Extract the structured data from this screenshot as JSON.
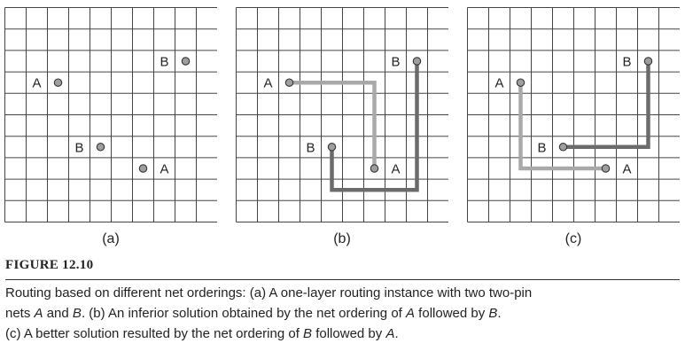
{
  "panels": [
    {
      "label": "(a)",
      "pins": [
        {
          "name": "B",
          "col": 8,
          "row": 2,
          "side": "left"
        },
        {
          "name": "A",
          "col": 2,
          "row": 3,
          "side": "left"
        },
        {
          "name": "B",
          "col": 4,
          "row": 6,
          "side": "left"
        },
        {
          "name": "A",
          "col": 6,
          "row": 7,
          "side": "right"
        }
      ],
      "routes": []
    },
    {
      "label": "(b)",
      "pins": [
        {
          "name": "B",
          "col": 8,
          "row": 2,
          "side": "left"
        },
        {
          "name": "A",
          "col": 2,
          "row": 3,
          "side": "left"
        },
        {
          "name": "B",
          "col": 4,
          "row": 6,
          "side": "left"
        },
        {
          "name": "A",
          "col": 6,
          "row": 7,
          "side": "right"
        }
      ],
      "routes": [
        {
          "net": "A",
          "color": "#a9a9a9",
          "points": [
            [
              2,
              3
            ],
            [
              6,
              3
            ],
            [
              6,
              7
            ]
          ]
        },
        {
          "net": "B",
          "color": "#6b6b6b",
          "points": [
            [
              8,
              2
            ],
            [
              8,
              8
            ],
            [
              4,
              8
            ],
            [
              4,
              6
            ]
          ]
        }
      ]
    },
    {
      "label": "(c)",
      "pins": [
        {
          "name": "B",
          "col": 8,
          "row": 2,
          "side": "left"
        },
        {
          "name": "A",
          "col": 2,
          "row": 3,
          "side": "left"
        },
        {
          "name": "B",
          "col": 4,
          "row": 6,
          "side": "left"
        },
        {
          "name": "A",
          "col": 6,
          "row": 7,
          "side": "right"
        }
      ],
      "routes": [
        {
          "net": "A",
          "color": "#a9a9a9",
          "points": [
            [
              2,
              3
            ],
            [
              2,
              7
            ],
            [
              6,
              7
            ]
          ]
        },
        {
          "net": "B",
          "color": "#6b6b6b",
          "points": [
            [
              8,
              2
            ],
            [
              8,
              6
            ],
            [
              4,
              6
            ]
          ]
        }
      ]
    }
  ],
  "figure_title": "FIGURE 12.10",
  "caption": {
    "line1": "Routing based on different net orderings: (a) A one-layer routing instance with two two-pin",
    "line2_a": "nets ",
    "line2_b": "A",
    "line2_c": " and ",
    "line2_d": "B",
    "line2_e": ". (b) An inferior solution obtained by the net ordering of ",
    "line2_f": "A",
    "line2_g": " followed by ",
    "line2_h": "B",
    "line2_i": ".",
    "line3_a": "(c) A better solution resulted by the net ordering of ",
    "line3_b": "B",
    "line3_c": " followed by ",
    "line3_d": "A",
    "line3_e": "."
  },
  "colors": {
    "grid": "#444444",
    "pin_fill": "#9e9e9e",
    "net_a": "#a9a9a9",
    "net_b": "#6b6b6b"
  }
}
